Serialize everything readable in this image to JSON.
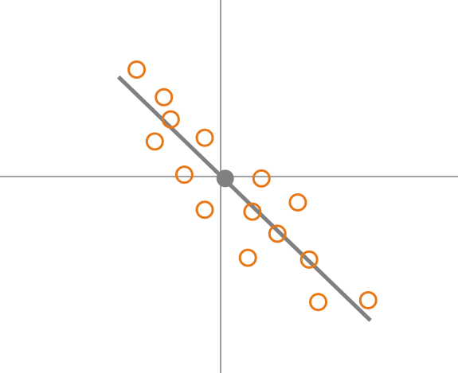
{
  "chart_data": {
    "type": "scatter",
    "title": "",
    "xlabel": "",
    "ylabel": "",
    "xlim": [
      -1,
      1
    ],
    "ylim": [
      -1,
      1
    ],
    "grid": false,
    "legend": "none",
    "colors": {
      "points": "#e87817",
      "fit_line": "#808080",
      "axes": "#6b6b6b",
      "centroid": "#808080"
    },
    "series": [
      {
        "points": [
          {
            "x": -0.37,
            "y": 0.58
          },
          {
            "x": -0.25,
            "y": 0.43
          },
          {
            "x": -0.22,
            "y": 0.31
          },
          {
            "x": -0.29,
            "y": 0.19
          },
          {
            "x": -0.07,
            "y": 0.21
          },
          {
            "x": -0.16,
            "y": 0.01
          },
          {
            "x": -0.07,
            "y": -0.18
          },
          {
            "x": 0.18,
            "y": -0.01
          },
          {
            "x": 0.14,
            "y": -0.19
          },
          {
            "x": 0.34,
            "y": -0.14
          },
          {
            "x": 0.25,
            "y": -0.31
          },
          {
            "x": 0.12,
            "y": -0.44
          },
          {
            "x": 0.39,
            "y": -0.45
          },
          {
            "x": 0.43,
            "y": -0.68
          },
          {
            "x": 0.65,
            "y": -0.67
          }
        ]
      }
    ],
    "fit_line": {
      "from": {
        "x": -0.45,
        "y": 0.54
      },
      "to": {
        "x": 0.66,
        "y": -0.78
      }
    },
    "centroid": {
      "x": 0.02,
      "y": -0.01
    }
  }
}
